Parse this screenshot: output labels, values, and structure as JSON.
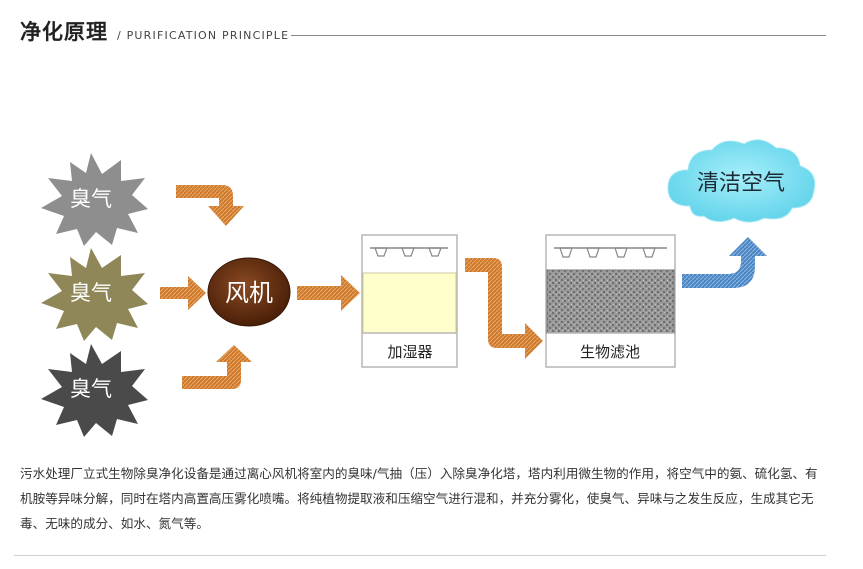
{
  "header": {
    "title": "净化原理",
    "subtitle": "/ PURIFICATION PRINCIPLE"
  },
  "diagram": {
    "sources": [
      "臭气",
      "臭气",
      "臭气"
    ],
    "source_colors": [
      "#8e8e8e",
      "#8f8758",
      "#4a4a4a"
    ],
    "fan_label": "风机",
    "humidifier_label": "加湿器",
    "biofilter_label": "生物滤池",
    "output_label": "清洁空气",
    "colors": {
      "arrow_orange": "#d07a2c",
      "arrow_blue": "#4b86c4",
      "fan": "#5e2a0f",
      "cloud": "#7fe0f2",
      "humidifier_fill": "#ffffcc",
      "biofilter_fill": "#8a8a8a"
    }
  },
  "description": "污水处理厂立式生物除臭净化设备是通过离心风机将室内的臭味/气抽（压）入除臭净化塔，塔内利用微生物的作用，将空气中的氨、硫化氢、有机胺等异味分解，同时在塔内高置高压雾化喷嘴。将纯植物提取液和压缩空气进行混和，并充分雾化，使臭气、异味与之发生反应，生成其它无毒、无味的成分、如水、氮气等。"
}
